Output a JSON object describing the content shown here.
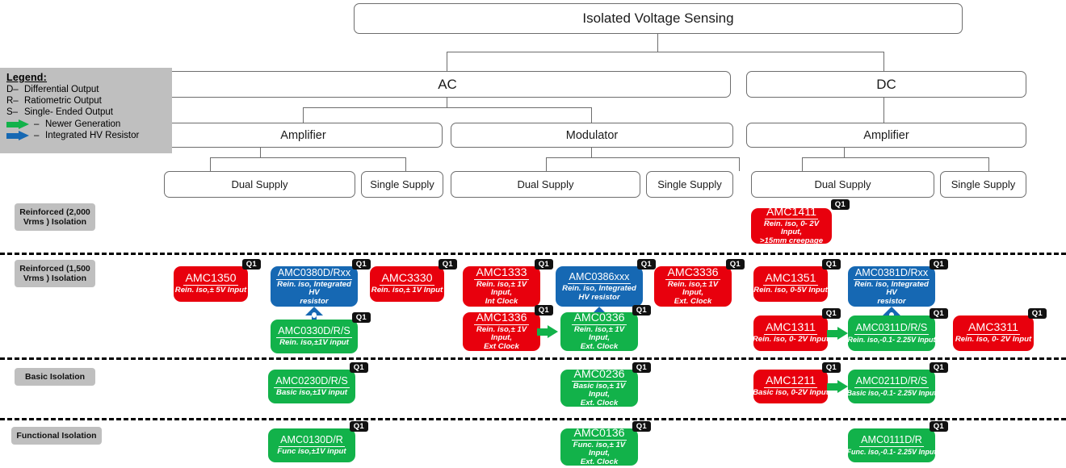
{
  "tree": {
    "root": {
      "label": "Isolated Voltage Sensing"
    },
    "level1": [
      {
        "label": "AC"
      },
      {
        "label": "DC"
      }
    ],
    "level2": [
      {
        "label": "Amplifier"
      },
      {
        "label": "Modulator"
      },
      {
        "label": "Amplifier"
      }
    ],
    "level3": [
      {
        "label": "Dual Supply"
      },
      {
        "label": "Single Supply"
      },
      {
        "label": "Dual Supply"
      },
      {
        "label": "Single Supply"
      },
      {
        "label": "Dual Supply"
      },
      {
        "label": "Single Supply"
      }
    ]
  },
  "legend": {
    "title": "Legend:",
    "rows": [
      {
        "key": "D–",
        "text": "Differential Output"
      },
      {
        "key": "R–",
        "text": "Ratiometric Output"
      },
      {
        "key": "S–",
        "text": "Single- Ended Output"
      }
    ],
    "arrow_rows": [
      {
        "dash": "–",
        "text": "Newer Generation",
        "color": "#12b24a"
      },
      {
        "dash": "–",
        "text": "Integrated HV Resistor",
        "color": "#1668b3"
      }
    ]
  },
  "bands": [
    {
      "label": "Reinforced (2,000 Vrms ) Isolation"
    },
    {
      "label": "Reinforced (1,500 Vrms ) Isolation"
    },
    {
      "label": "Basic Isolation"
    },
    {
      "label": "Functional Isolation"
    }
  ],
  "badge": {
    "label": "Q1"
  },
  "chips": [
    {
      "pn": "AMC1411",
      "desc": "Rein. iso, 0- 2V Input,<br>>15mm creepage",
      "color": "red"
    },
    {
      "pn": "AMC1350",
      "desc": "Rein. iso,± 5V Input",
      "color": "red"
    },
    {
      "pn": "AMC0380D/Rxx",
      "desc": "Rein. iso,  Integrated HV<br>resistor",
      "color": "blue"
    },
    {
      "pn": "AMC3330",
      "desc": "Rein. iso,± 1V Input",
      "color": "red"
    },
    {
      "pn": "AMC0330D/R/S",
      "desc": "Rein. iso,±1V input",
      "color": "green"
    },
    {
      "pn": "AMC1333",
      "desc": "Rein. iso,± 1V Input,<br>Int Clock",
      "color": "red"
    },
    {
      "pn": "AMC0386xxx",
      "desc": "Rein. iso,  Integrated<br>HV resistor",
      "color": "blue"
    },
    {
      "pn": "AMC3336",
      "desc": "Rein. iso,± 1V Input,<br>Ext. Clock",
      "color": "red"
    },
    {
      "pn": "AMC1336",
      "desc": "Rein. iso,± 1V Input,<br>Ext Clock",
      "color": "red"
    },
    {
      "pn": "AMC0336",
      "desc": "Rein. iso,± 1V Input,<br>Ext. Clock",
      "color": "green"
    },
    {
      "pn": "AMC1351",
      "desc": "Rein. iso, 0-5V Input",
      "color": "red"
    },
    {
      "pn": "AMC0381D/Rxx",
      "desc": "Rein. iso,  Integrated HV<br>resistor",
      "color": "blue"
    },
    {
      "pn": "AMC1311",
      "desc": "Rein. iso, 0- 2V Input",
      "color": "red"
    },
    {
      "pn": "AMC0311D/R/S",
      "desc": "Rein. iso,-0.1- 2.25V Input",
      "color": "green"
    },
    {
      "pn": "AMC3311",
      "desc": "Rein. iso, 0- 2V Input",
      "color": "red"
    },
    {
      "pn": "AMC0230D/R/S",
      "desc": "Basic iso,±1V input",
      "color": "green"
    },
    {
      "pn": "AMC0236",
      "desc": "Basic iso,±  1V Input,<br>Ext. Clock",
      "color": "green"
    },
    {
      "pn": "AMC1211",
      "desc": "Basic iso,  0-2V Input",
      "color": "red"
    },
    {
      "pn": "AMC0211D/R/S",
      "desc": "Basic iso,-0.1- 2.25V Input",
      "color": "green"
    },
    {
      "pn": "AMC0130D/R",
      "desc": "Func iso,±1V input",
      "color": "green"
    },
    {
      "pn": "AMC0136",
      "desc": "Func. iso,±  1V Input,<br>Ext. Clock",
      "color": "green"
    },
    {
      "pn": "AMC0111D/R",
      "desc": "Func. iso,-0.1- 2.25V Input",
      "color": "green"
    }
  ],
  "colors": {
    "red": "#e8000d",
    "green": "#12b24a",
    "blue": "#1668b3",
    "band_gray": "#bfbfbf",
    "tree_border": "#6d6d6d",
    "badge_black": "#111111"
  }
}
